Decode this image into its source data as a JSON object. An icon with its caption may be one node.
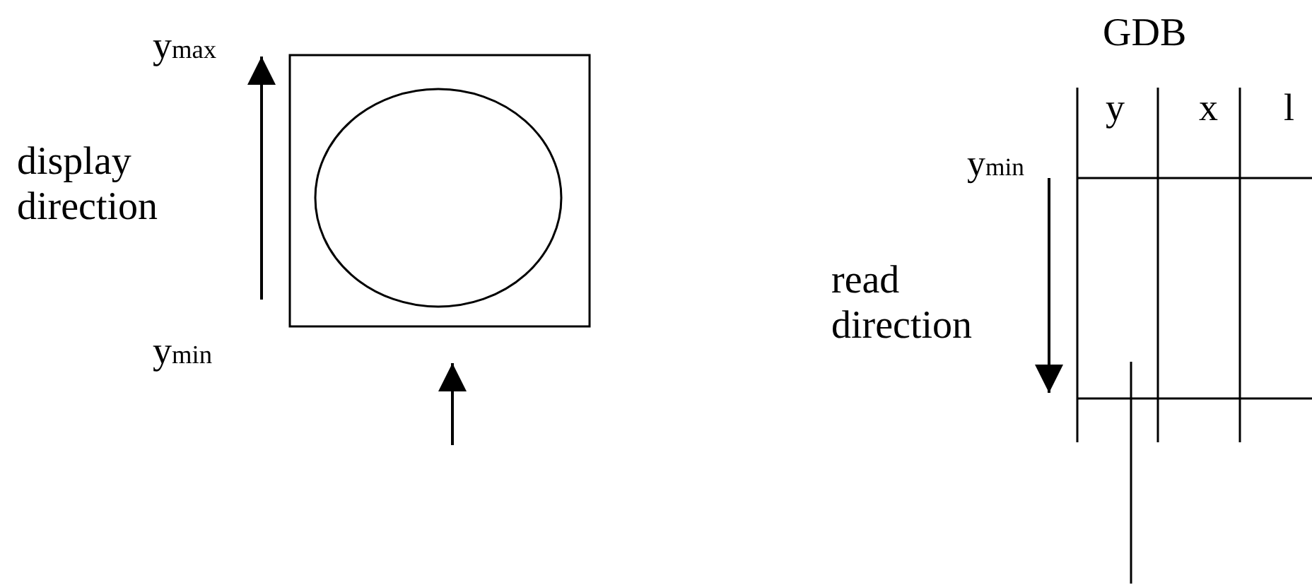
{
  "diagram": {
    "labels": [
      "y$_{max}$",
      "display direction",
      "y$_{min}$",
      "GDB",
      "y",
      "x",
      "l",
      "y$_{min}$",
      "read direction"
    ]
  }
}
